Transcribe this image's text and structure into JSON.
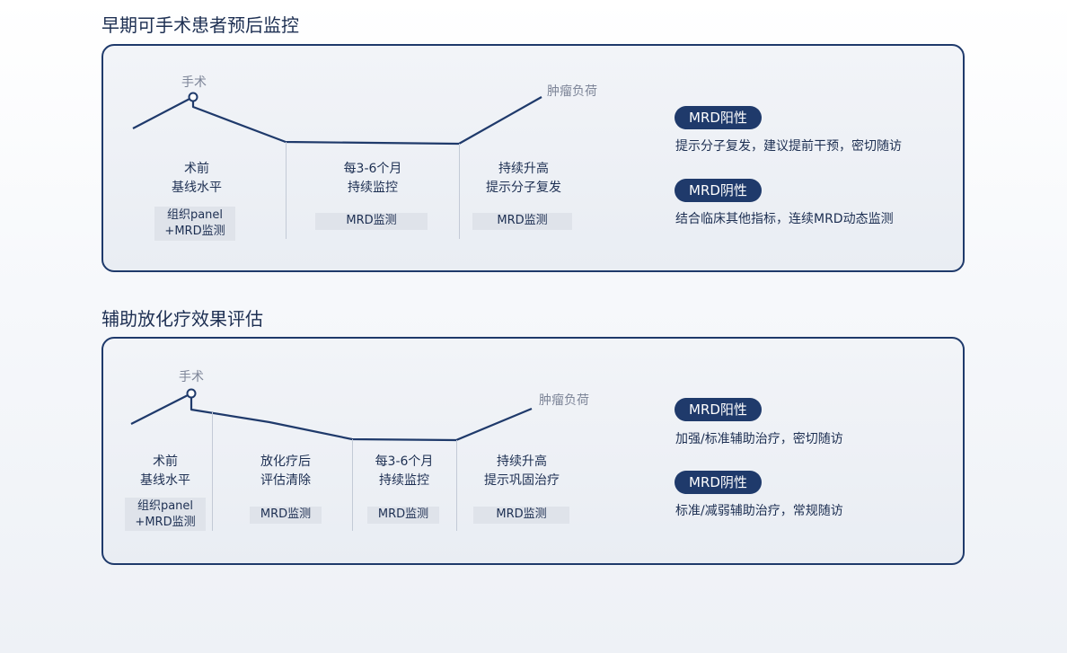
{
  "sections": [
    {
      "title": "早期可手术患者预后监控",
      "curve_labels": {
        "surgery": "手术",
        "tumor_burden": "肿瘤负荷"
      },
      "stages": [
        {
          "lines": [
            "术前",
            "基线水平"
          ],
          "tag": [
            "组织panel",
            "+MRD监测"
          ]
        },
        {
          "lines": [
            "每3-6个月",
            "持续监控"
          ],
          "tag": [
            "MRD监测"
          ]
        },
        {
          "lines": [
            "持续升高",
            "提示分子复发"
          ],
          "tag": [
            "MRD监测"
          ]
        }
      ],
      "results": [
        {
          "badge": "MRD阳性",
          "advice": "提示分子复发，建议提前干预，密切随访"
        },
        {
          "badge": "MRD阴性",
          "advice": "结合临床其他指标，连续MRD动态监测"
        }
      ]
    },
    {
      "title": "辅助放化疗效果评估",
      "curve_labels": {
        "surgery": "手术",
        "tumor_burden": "肿瘤负荷"
      },
      "stages": [
        {
          "lines": [
            "术前",
            "基线水平"
          ],
          "tag": [
            "组织panel",
            "+MRD监测"
          ]
        },
        {
          "lines": [
            "放化疗后",
            "评估清除"
          ],
          "tag": [
            "MRD监测"
          ]
        },
        {
          "lines": [
            "每3-6个月",
            "持续监控"
          ],
          "tag": [
            "MRD监测"
          ]
        },
        {
          "lines": [
            "持续升高",
            "提示巩固治疗"
          ],
          "tag": [
            "MRD监测"
          ]
        }
      ],
      "results": [
        {
          "badge": "MRD阳性",
          "advice": "加强/标准辅助治疗，密切随访"
        },
        {
          "badge": "MRD阴性",
          "advice": "标准/减弱辅助治疗，常规随访"
        }
      ]
    }
  ],
  "colors": {
    "navy": "#1f3a6b",
    "text": "#1d2f52",
    "muted": "#7d8598",
    "chip": "#dfe3ea",
    "panel": "#eef1f6"
  }
}
